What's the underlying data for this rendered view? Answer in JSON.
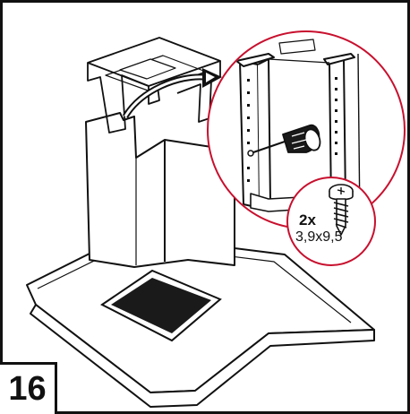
{
  "step": {
    "number": "16"
  },
  "screw": {
    "quantity": "2x",
    "size": "3,9x9,5"
  },
  "colors": {
    "line": "#111111",
    "accent": "#c8102e",
    "filter": "#1a1a1a",
    "background": "#ffffff"
  },
  "icons": [
    "screwdriver-icon",
    "screw-icon",
    "arrow-icon"
  ]
}
